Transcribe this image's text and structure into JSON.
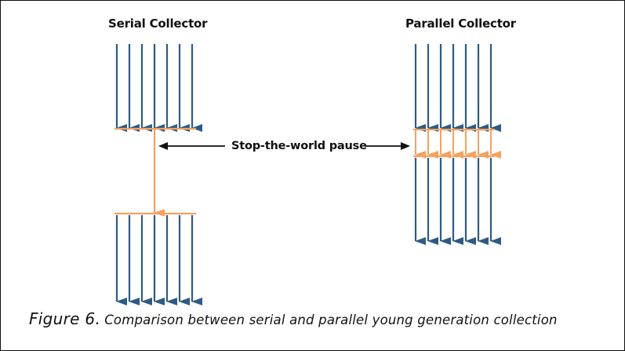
{
  "serial_collector": {
    "title": "Serial Collector"
  },
  "parallel_collector": {
    "title": "Parallel Collector"
  },
  "pause": {
    "label": "Stop-the-world pause"
  },
  "caption": {
    "prefix": "Figure 6.",
    "text": "Comparison between serial and parallel young generation collection"
  },
  "colors": {
    "thread_arrow": "#2e5b86",
    "gc_arrow": "#f4a261",
    "pause_arrow": "#111111",
    "text": "#111111"
  }
}
